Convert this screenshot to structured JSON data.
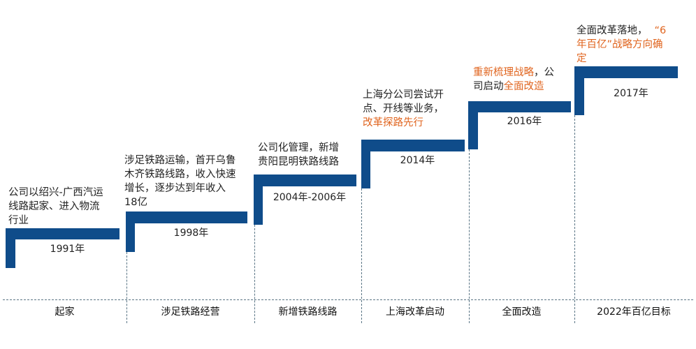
{
  "timeline": {
    "colors": {
      "bar": "#0f4c8a",
      "highlight": "#e0641e",
      "dashed": "#5a7585"
    },
    "steps": [
      {
        "year": "1991年",
        "desc": [
          {
            "t": "公司以绍兴-广西汽运"
          },
          {
            "t": "线路起家、进入物流"
          },
          {
            "t": "行业"
          }
        ],
        "phase": "起家"
      },
      {
        "year": "1998年",
        "desc": [
          {
            "t": "涉足铁路运输，首开乌鲁"
          },
          {
            "t": "木齐铁路线路，收入快速"
          },
          {
            "t": "增长，逐步达到年收入"
          },
          {
            "t": "18亿"
          }
        ],
        "phase": "涉足铁路经营"
      },
      {
        "year": "2004年-2006年",
        "desc": [
          {
            "t": "公司化管理，新增"
          },
          {
            "t": "贵阳昆明铁路线路"
          }
        ],
        "phase": "新增铁路线路"
      },
      {
        "year": "2014年",
        "desc_l1": "上海分公司尝试开",
        "desc_l2": "点、开线等业务，",
        "desc_l3_hl": "改革探路先行",
        "phase": "上海改革启动"
      },
      {
        "year": "2016年",
        "desc_l1_hl": "重新梳理战略",
        "desc_l1": "，公",
        "desc_l2": "司启动",
        "desc_l2_hl": "全面改造",
        "phase": "全面改造"
      },
      {
        "year": "2017年",
        "desc_l1": "全面改革落地，",
        "desc_l1_hl": "“6",
        "desc_l2_hl": "年百亿”战略方向确",
        "desc_l3_hl": "定",
        "phase": "2022年百亿目标"
      }
    ]
  }
}
